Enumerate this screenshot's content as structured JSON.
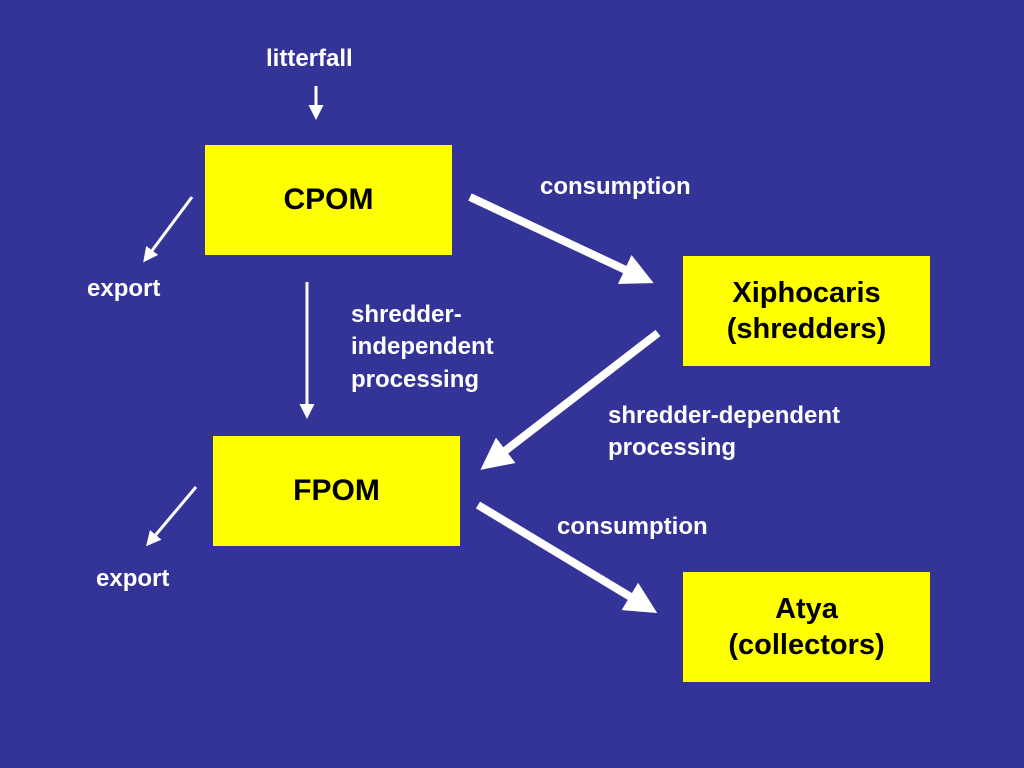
{
  "colors": {
    "background": "#343397",
    "box_fill": "#ffff00",
    "box_text": "#000000",
    "label_text": "#ffffff",
    "arrow": "#ffffff"
  },
  "nodes": {
    "cpom": {
      "line1": "CPOM"
    },
    "fpom": {
      "line1": "FPOM"
    },
    "xiphocaris": {
      "line1": "Xiphocaris",
      "line2": "(shredders)"
    },
    "atya": {
      "line1": "Atya",
      "line2": "(collectors)"
    }
  },
  "labels": {
    "litterfall": "litterfall",
    "export_top": "export",
    "export_bottom": "export",
    "consumption_top": "consumption",
    "consumption_bottom": "consumption",
    "shredder_independent": {
      "line1": "shredder-",
      "line2": "independent",
      "line3": "processing"
    },
    "shredder_dependent": {
      "line1": "shredder-dependent",
      "line2": "processing"
    }
  }
}
